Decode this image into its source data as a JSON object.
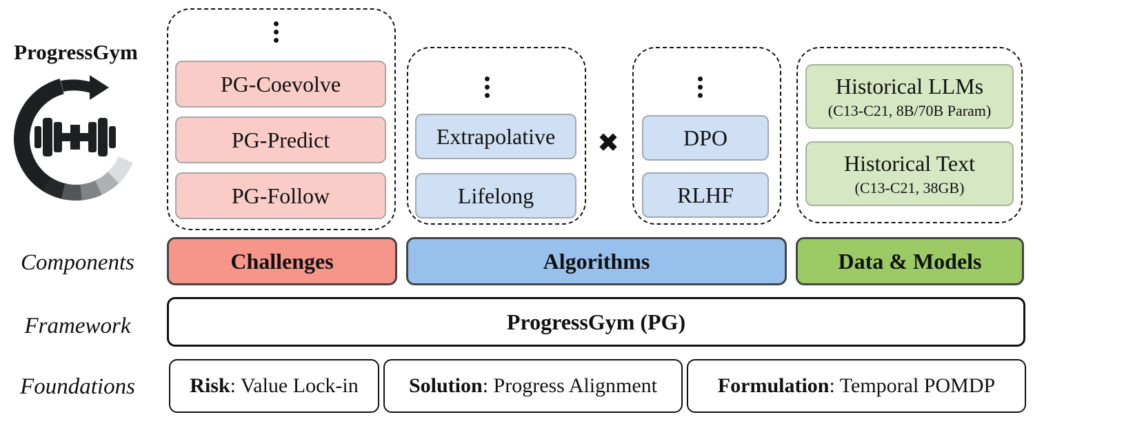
{
  "logo": {
    "title": "ProgressGym",
    "icon": "dumbbell-progress-icon"
  },
  "row_labels": {
    "components": "Components",
    "framework": "Framework",
    "foundations": "Foundations"
  },
  "challenges": {
    "items": [
      "PG-Coevolve",
      "PG-Predict",
      "PG-Follow"
    ]
  },
  "algorithms": {
    "paradigms": [
      "Extrapolative",
      "Lifelong"
    ],
    "times_symbol": "✖",
    "methods": [
      "DPO",
      "RLHF"
    ]
  },
  "data_models": {
    "items": [
      {
        "title": "Historical LLMs",
        "detail": "(C13-C21, 8B/70B Param)"
      },
      {
        "title": "Historical Text",
        "detail": "(C13-C21, 38GB)"
      }
    ]
  },
  "components": {
    "challenges": "Challenges",
    "algorithms": "Algorithms",
    "data_models": "Data & Models"
  },
  "framework": {
    "label": "ProgressGym (PG)"
  },
  "foundations": [
    {
      "key": "Risk",
      "value": ": Value Lock-in"
    },
    {
      "key": "Solution",
      "value": ": Progress Alignment"
    },
    {
      "key": "Formulation",
      "value": ": Temporal POMDP"
    }
  ],
  "colors": {
    "challenges": "#f6958a",
    "algorithms": "#98c0ec",
    "data_models": "#9ccb65",
    "challenge_item": "#f9ccc7",
    "algorithm_item": "#cfe0f5",
    "data_item": "#d6e8c3"
  }
}
